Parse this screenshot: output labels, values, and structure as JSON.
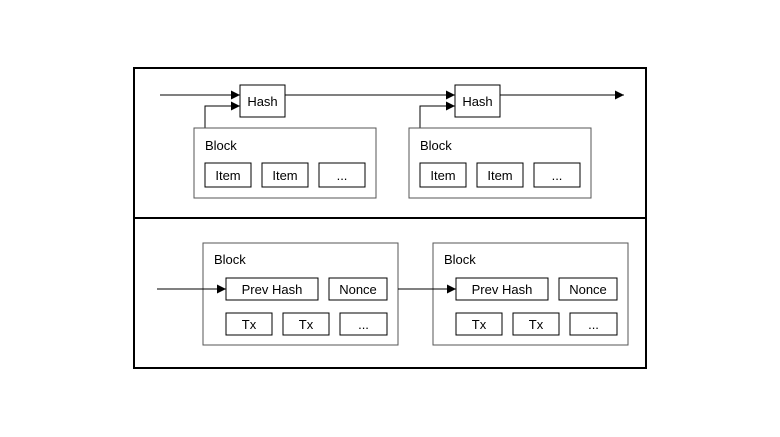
{
  "top": {
    "hash_label": "Hash",
    "block_label": "Block",
    "item_label": "Item",
    "ellipsis": "..."
  },
  "bottom": {
    "block_label": "Block",
    "prev_hash_label": "Prev Hash",
    "nonce_label": "Nonce",
    "tx_label": "Tx",
    "ellipsis": "..."
  },
  "colors": {
    "stroke": "#000000",
    "block_border": "#555555",
    "background": "#ffffff"
  }
}
